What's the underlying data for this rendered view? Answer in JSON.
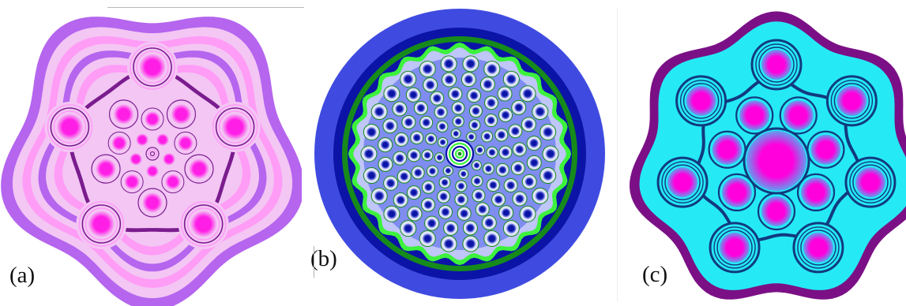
{
  "panels": [
    {
      "label": "(a)",
      "colors": {
        "background": "#b565ee",
        "band_light": "#f3c6f4",
        "band_pink": "#ff9cf6",
        "core": "#ff1ee6",
        "ring": "#7a1c8e"
      }
    },
    {
      "label": "(b)",
      "colors": {
        "background": "#3f4be0",
        "band_dark": "#0b14a6",
        "band_green": "#168a1b",
        "band_lime": "#3cf23c",
        "core": "#0b14a6"
      }
    },
    {
      "label": "(c)",
      "colors": {
        "background": "#7b1086",
        "fill": "#25eaf5",
        "core": "#ff00dd",
        "ring": "#123a80"
      }
    }
  ]
}
